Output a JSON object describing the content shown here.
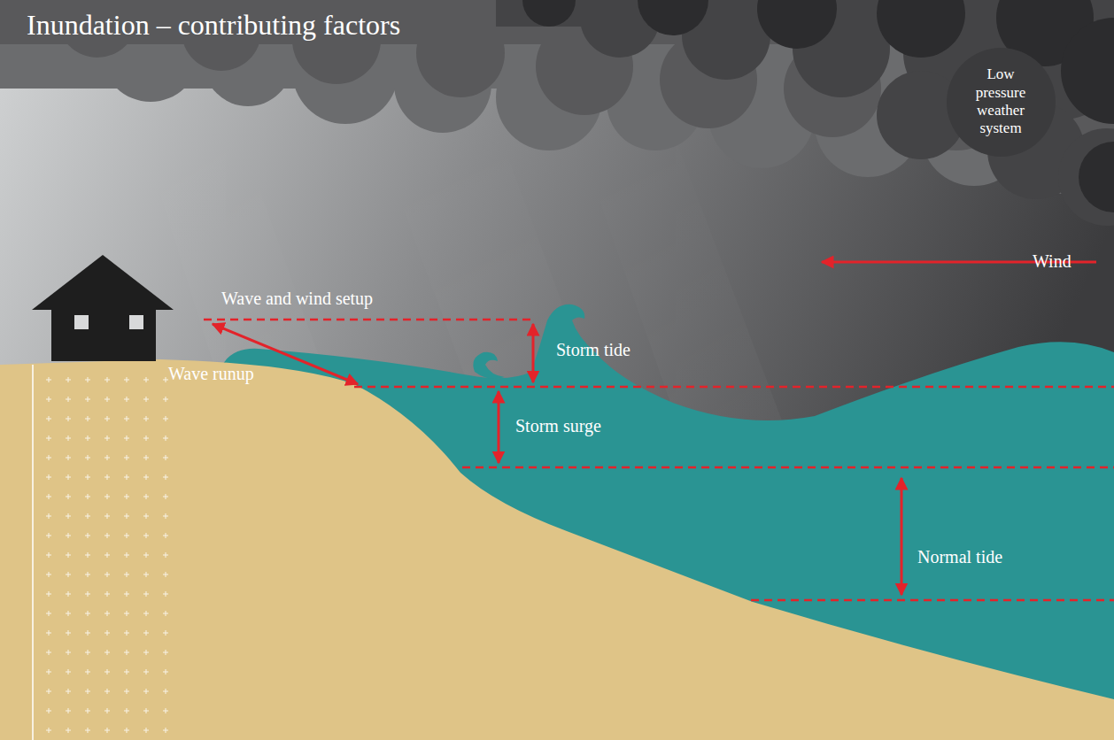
{
  "diagram": {
    "title": "Inundation – contributing factors",
    "nodes": [
      {
        "text": [
          "Low pressure weather system"
        ]
      }
    ],
    "labels": [
      "Wind",
      "Wave and wind setup",
      "Storm tide",
      "Wave runup",
      "Storm surge",
      "Normal tide"
    ]
  }
}
